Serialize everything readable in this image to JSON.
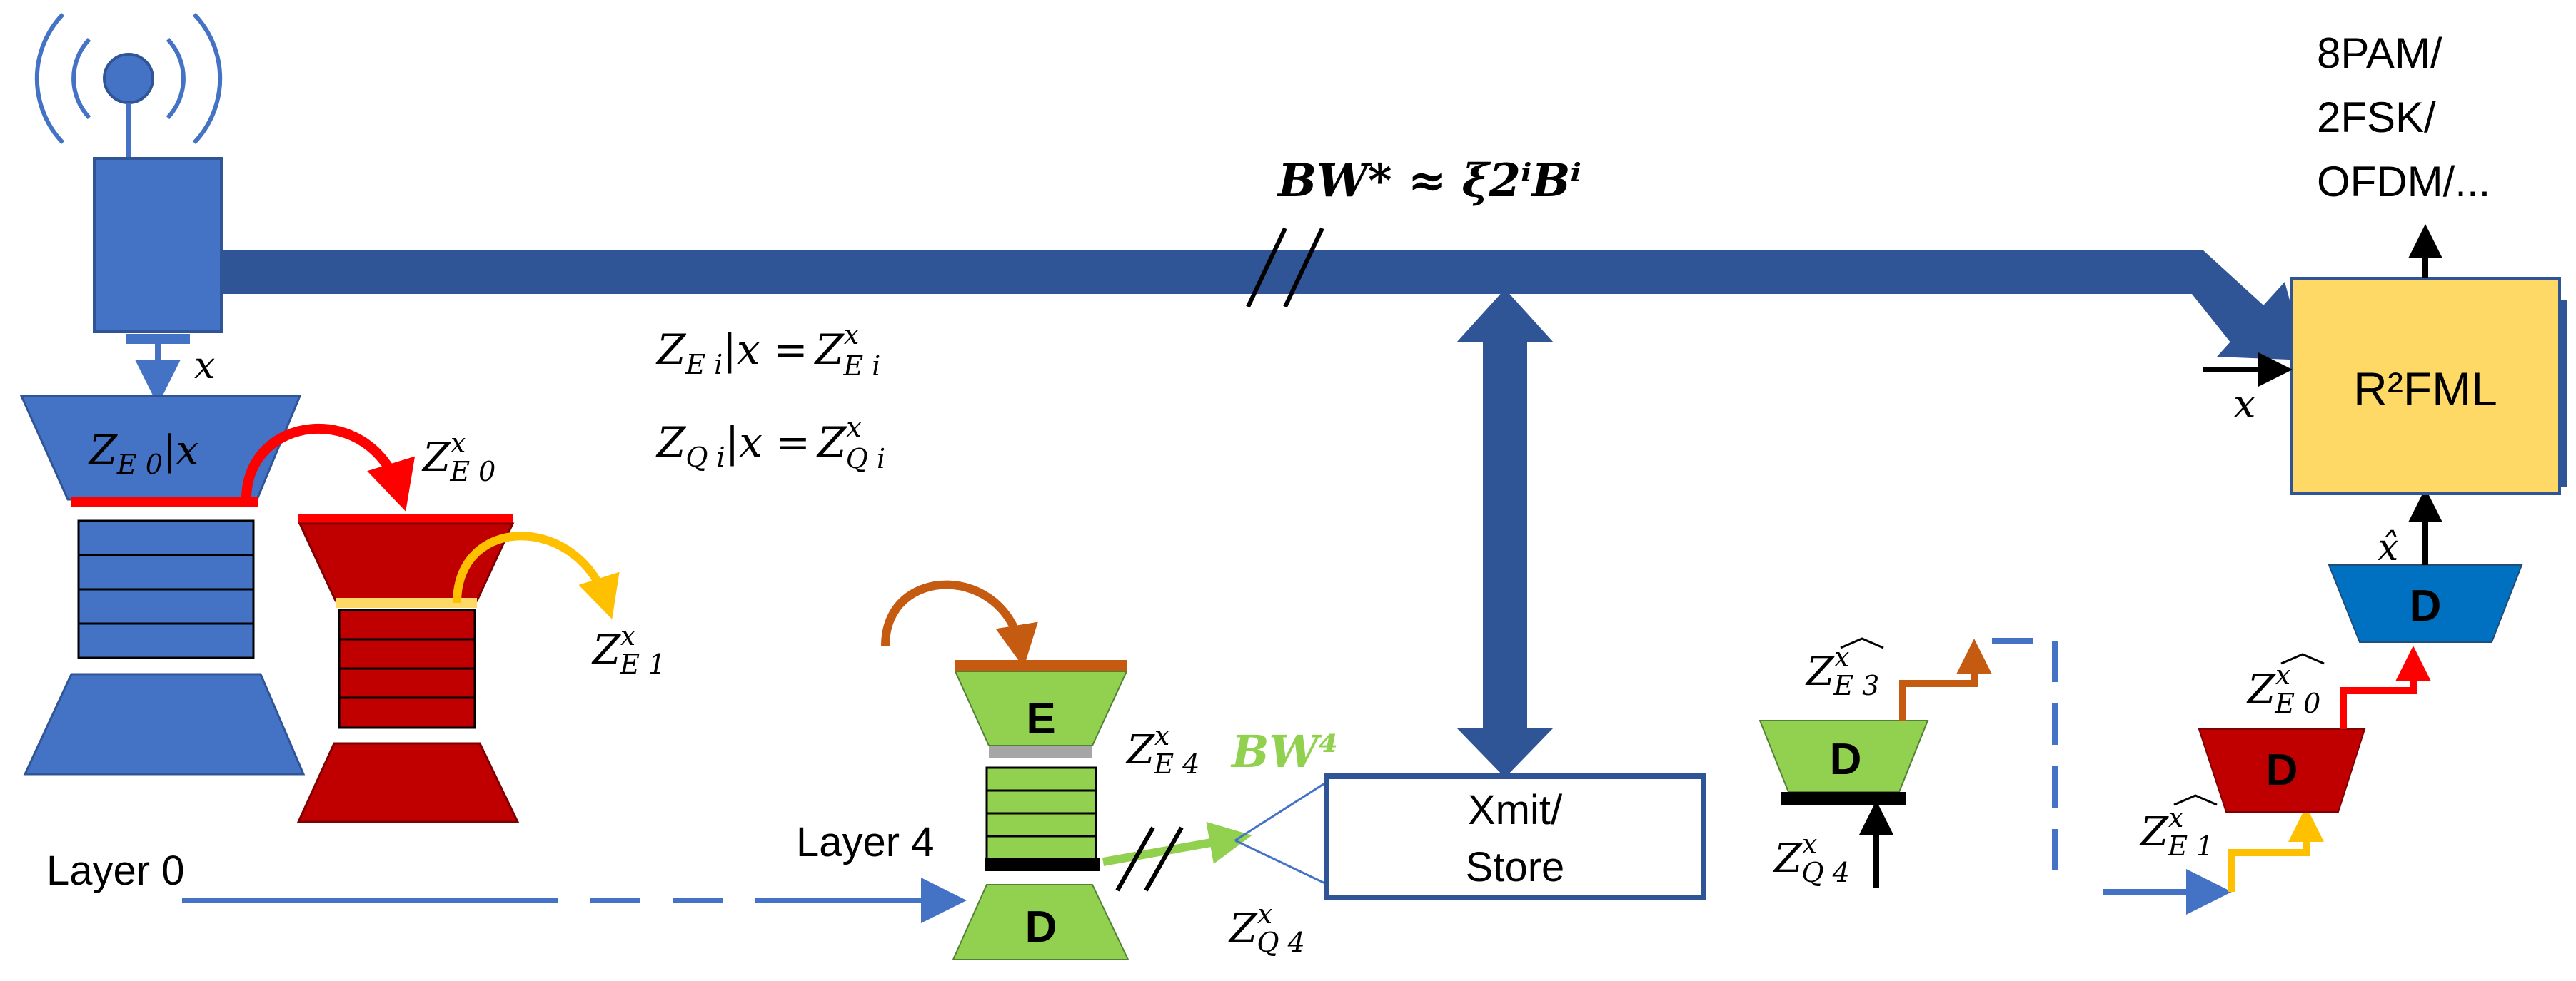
{
  "labels": {
    "bw_formula": "BW* ≈ ξ2ⁱBⁱ",
    "rfml_block": "R²FML",
    "modulations": [
      "8PAM/",
      "2FSK/",
      "OFDM/..."
    ],
    "x_input": "x",
    "x_input_rfml": "x",
    "x_hat": "x̂",
    "eq_ze": {
      "lhs": "Z",
      "lhs_sub": "E i",
      "mid": "|x =",
      "rhs": "Z",
      "rhs_sub": "E i",
      "rhs_sup": "x"
    },
    "eq_zq": {
      "lhs": "Z",
      "lhs_sub": "Q i",
      "mid": "|x =",
      "rhs": "Z",
      "rhs_sub": "Q i",
      "rhs_sup": "x"
    },
    "ze0_given_x": {
      "base": "Z",
      "sub": "E 0",
      "tail": "|x"
    },
    "ze0x": {
      "base": "Z",
      "sub": "E 0",
      "sup": "x"
    },
    "ze1x": {
      "base": "Z",
      "sub": "E 1",
      "sup": "x"
    },
    "ze4x": {
      "base": "Z",
      "sub": "E 4",
      "sup": "x"
    },
    "zq4x_mid": {
      "base": "Z",
      "sub": "Q 4",
      "sup": "x"
    },
    "zq4x_right": {
      "base": "Z",
      "sub": "Q 4",
      "sup": "x"
    },
    "ze3_hat": {
      "base": "Z",
      "sub": "E 3",
      "sup": "x"
    },
    "ze0_hat": {
      "base": "Z",
      "sub": "E 0",
      "sup": "x"
    },
    "ze1_hat": {
      "base": "Z",
      "sub": "E 1",
      "sup": "x"
    },
    "bw4": "BW⁴",
    "layer0": "Layer 0",
    "layer4": "Layer 4",
    "encoder_e": "E",
    "decoder_d_layer4": "D",
    "decoder_d_green": "D",
    "decoder_d_red": "D",
    "decoder_d_blue": "D",
    "xmit_line1": "Xmit/",
    "xmit_line2": "Store"
  },
  "colors": {
    "main_blue": "#2f5597",
    "device_blue": "#4472c4",
    "red": "#c00000",
    "bright_red": "#ff0000",
    "green": "#92d050",
    "yellow_box": "#ffd966",
    "orange": "#c55a11",
    "gold": "#ffc000",
    "decoder_blue": "#0070c0",
    "gray": "#a6a6a6"
  },
  "icons": [
    "antenna-icon"
  ]
}
